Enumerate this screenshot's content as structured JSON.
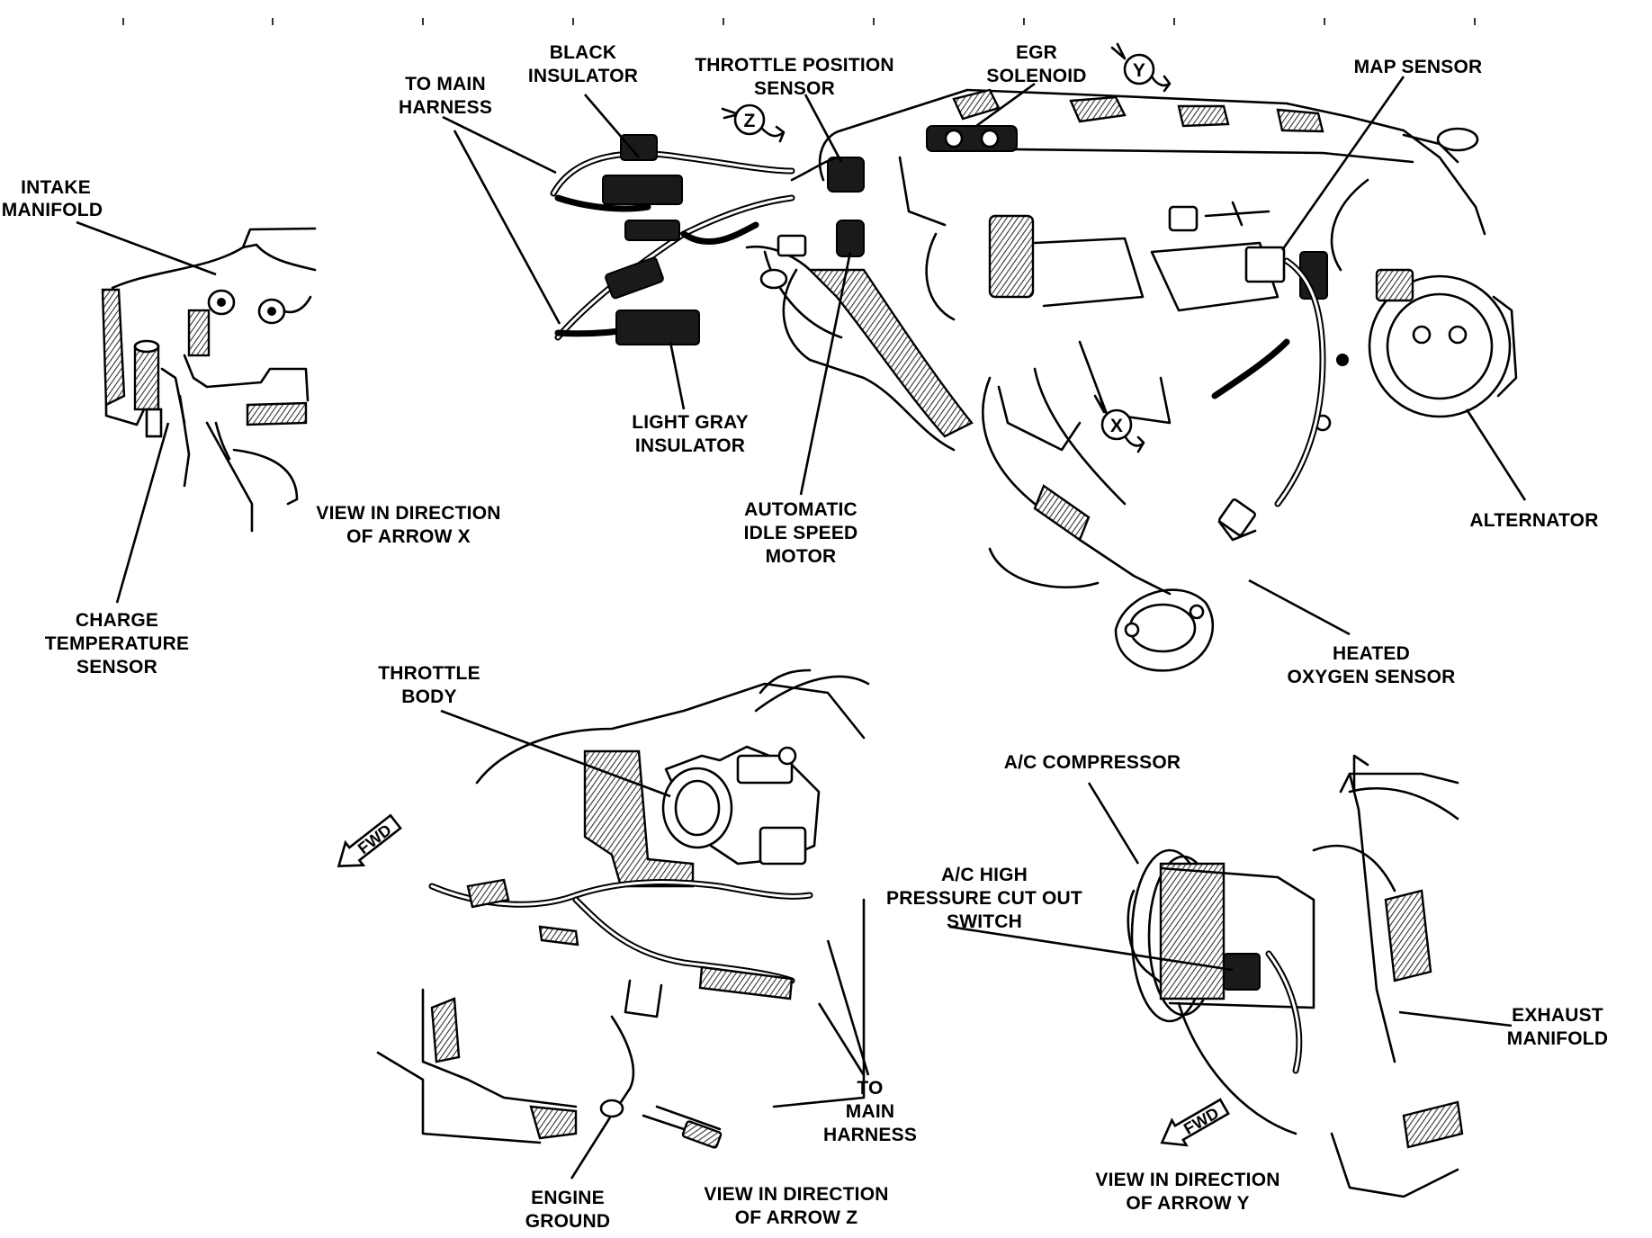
{
  "labels": {
    "intake_manifold": [
      "INTAKE",
      "MANIFOLD"
    ],
    "charge_temp_sensor": [
      "CHARGE",
      "TEMPERATURE",
      "SENSOR"
    ],
    "view_x": [
      "VIEW IN DIRECTION",
      "OF ARROW X"
    ],
    "to_main_harness_top": [
      "TO MAIN",
      "HARNESS"
    ],
    "black_insulator": [
      "BLACK",
      "INSULATOR"
    ],
    "throttle_position_sensor": [
      "THROTTLE POSITION",
      "SENSOR"
    ],
    "egr_solenoid": [
      "EGR",
      "SOLENOID"
    ],
    "map_sensor": [
      "MAP SENSOR"
    ],
    "light_gray_insulator": [
      "LIGHT GRAY",
      "INSULATOR"
    ],
    "automatic_idle_speed_motor": [
      "AUTOMATIC",
      "IDLE SPEED",
      "MOTOR"
    ],
    "alternator": [
      "ALTERNATOR"
    ],
    "heated_oxygen_sensor": [
      "HEATED",
      "OXYGEN SENSOR"
    ],
    "throttle_body": [
      "THROTTLE",
      "BODY"
    ],
    "ac_compressor": [
      "A/C COMPRESSOR"
    ],
    "ac_high_pressure_switch": [
      "A/C HIGH",
      "PRESSURE CUT OUT",
      "SWITCH"
    ],
    "exhaust_manifold": [
      "EXHAUST",
      "MANIFOLD"
    ],
    "to_main_harness_bottom": [
      "TO",
      "MAIN",
      "HARNESS"
    ],
    "engine_ground": [
      "ENGINE",
      "GROUND"
    ],
    "view_z": [
      "VIEW IN DIRECTION",
      "OF ARROW Z"
    ],
    "view_y": [
      "VIEW IN DIRECTION",
      "OF ARROW Y"
    ]
  },
  "arrow_markers": {
    "x": "X",
    "y": "Y",
    "z": "Z"
  },
  "fwd_markers": [
    "FWD",
    "FWD"
  ]
}
